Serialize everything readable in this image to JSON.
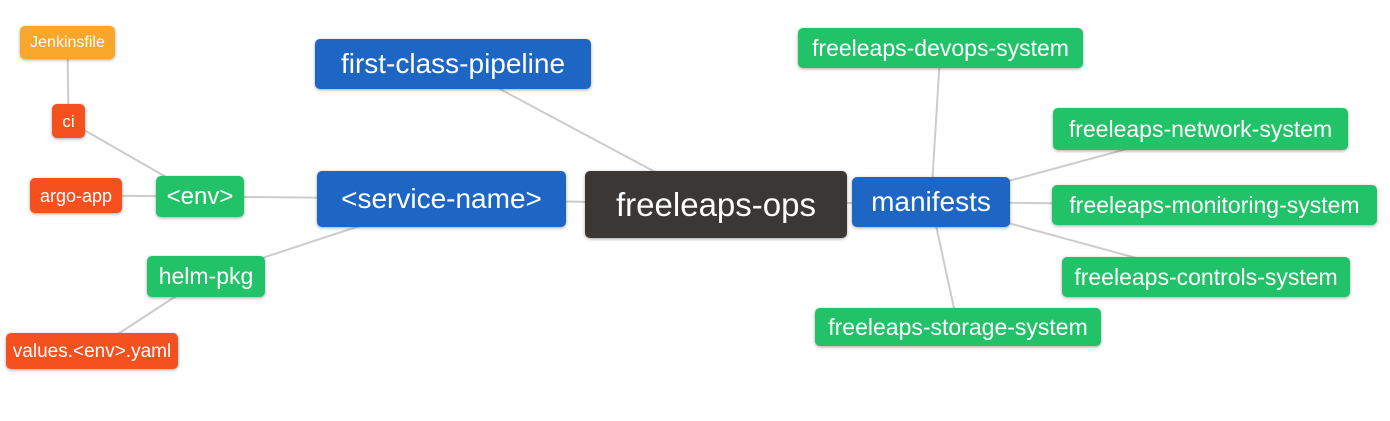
{
  "diagram": {
    "type": "mindmap",
    "background": "#ffffff",
    "edge_color": "#cccccc",
    "text_color": "#ffffff",
    "palette": {
      "blue": "#1d66c4",
      "green": "#22c268",
      "orange": "#f9a72b",
      "red": "#f4511e",
      "dark": "#3b3734"
    },
    "nodes": {
      "root": {
        "label": "freeleaps-ops",
        "color": "dark"
      },
      "first_class_pipeline": {
        "label": "first-class-pipeline",
        "color": "blue"
      },
      "service_name": {
        "label": "<service-name>",
        "color": "blue"
      },
      "manifests": {
        "label": "manifests",
        "color": "blue"
      },
      "env": {
        "label": "<env>",
        "color": "green"
      },
      "helm_pkg": {
        "label": "helm-pkg",
        "color": "green"
      },
      "jenkinsfile": {
        "label": "Jenkinsfile",
        "color": "orange"
      },
      "ci": {
        "label": "ci",
        "color": "red"
      },
      "argo_app": {
        "label": "argo-app",
        "color": "red"
      },
      "values_env_yaml": {
        "label": "values.<env>.yaml",
        "color": "red"
      },
      "devops_system": {
        "label": "freeleaps-devops-system",
        "color": "green"
      },
      "network_system": {
        "label": "freeleaps-network-system",
        "color": "green"
      },
      "monitoring_system": {
        "label": "freeleaps-monitoring-system",
        "color": "green"
      },
      "controls_system": {
        "label": "freeleaps-controls-system",
        "color": "green"
      },
      "storage_system": {
        "label": "freeleaps-storage-system",
        "color": "green"
      }
    },
    "edges": [
      [
        "jenkinsfile",
        "ci"
      ],
      [
        "ci",
        "env"
      ],
      [
        "argo_app",
        "env"
      ],
      [
        "env",
        "service_name"
      ],
      [
        "helm_pkg",
        "service_name"
      ],
      [
        "values_env_yaml",
        "helm_pkg"
      ],
      [
        "first_class_pipeline",
        "root"
      ],
      [
        "service_name",
        "root"
      ],
      [
        "root",
        "manifests"
      ],
      [
        "manifests",
        "devops_system"
      ],
      [
        "manifests",
        "network_system"
      ],
      [
        "manifests",
        "monitoring_system"
      ],
      [
        "manifests",
        "controls_system"
      ],
      [
        "manifests",
        "storage_system"
      ]
    ]
  }
}
